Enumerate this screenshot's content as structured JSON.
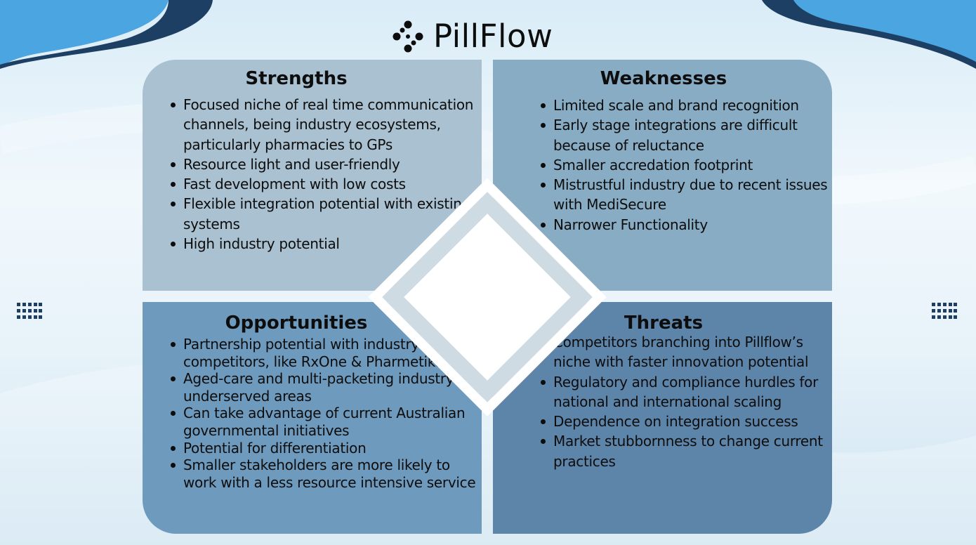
{
  "brand": {
    "name": "PillFlow",
    "logo_icon": "molecule-dots-icon"
  },
  "colors": {
    "strengths": "#a9c1d0",
    "weaknesses": "#87acc3",
    "opportunities": "#6e9abd",
    "threats": "#5d84a9",
    "wave_dark": "#1e3f64",
    "wave_light": "#4aa5e0"
  },
  "swot": {
    "strengths": {
      "title": "Strengths",
      "items": [
        "Focused niche of real time communication channels, being industry ecosystems, particularly pharmacies to GPs",
        "Resource light and user-friendly",
        "Fast development with low costs",
        "Flexible integration potential with existing systems",
        "High industry potential"
      ]
    },
    "weaknesses": {
      "title": "Weaknesses",
      "items": [
        "Limited scale and brand recognition",
        "Early stage integrations are difficult because of reluctance",
        "Smaller accredation footprint",
        "Mistrustful industry due to recent issues with MediSecure",
        "Narrower Functionality"
      ]
    },
    "opportunities": {
      "title": "Opportunities",
      "items": [
        "Partnership potential with industry competitors, like RxOne & Pharmetika",
        " Aged-care and multi-packeting industry in underserved areas",
        "Can take advantage of current Australian governmental initiatives",
        "Potential for differentiation",
        "Smaller stakeholders are more likely to work with a less resource intensive service"
      ]
    },
    "threats": {
      "title": "Threats",
      "items": [
        "Competitors branching into Pillflow’s niche with faster innovation potential",
        "Regulatory and compliance hurdles for national and international scaling",
        "Dependence on integration success",
        "Market stubbornness to change current practices"
      ]
    }
  },
  "side_icons": [
    "grid-dots-icon",
    "grid-dots-icon"
  ]
}
